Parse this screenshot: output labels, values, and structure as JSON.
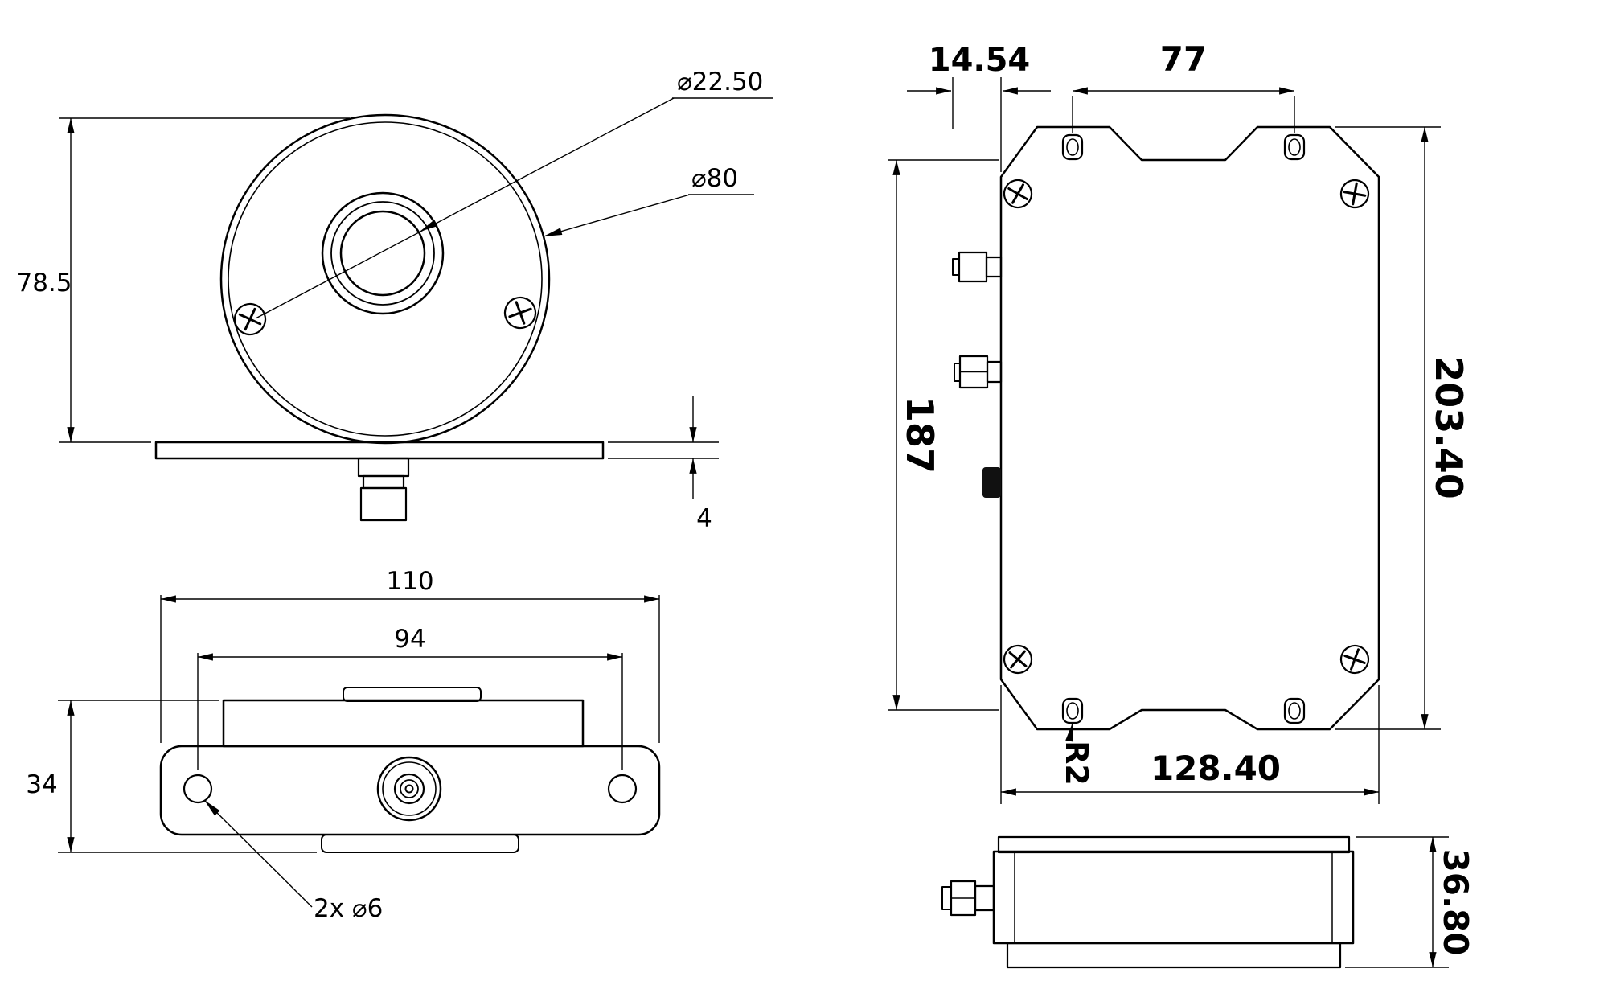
{
  "drawing": {
    "front_view": {
      "lens_diameter": "⌀22.50",
      "body_diameter": "⌀80",
      "height": "78.5",
      "plate_thickness": "4"
    },
    "plan_view": {
      "plate_width": "110",
      "hole_spacing": "94",
      "depth": "34",
      "mount_holes": "2x ⌀6"
    },
    "rear_view": {
      "connector_offset": "14.54",
      "slot_spacing": "77",
      "inner_height": "187",
      "overall_height": "203.40",
      "overall_width": "128.40",
      "slot_radius": "R2"
    },
    "side_view": {
      "thickness": "36.80"
    }
  }
}
